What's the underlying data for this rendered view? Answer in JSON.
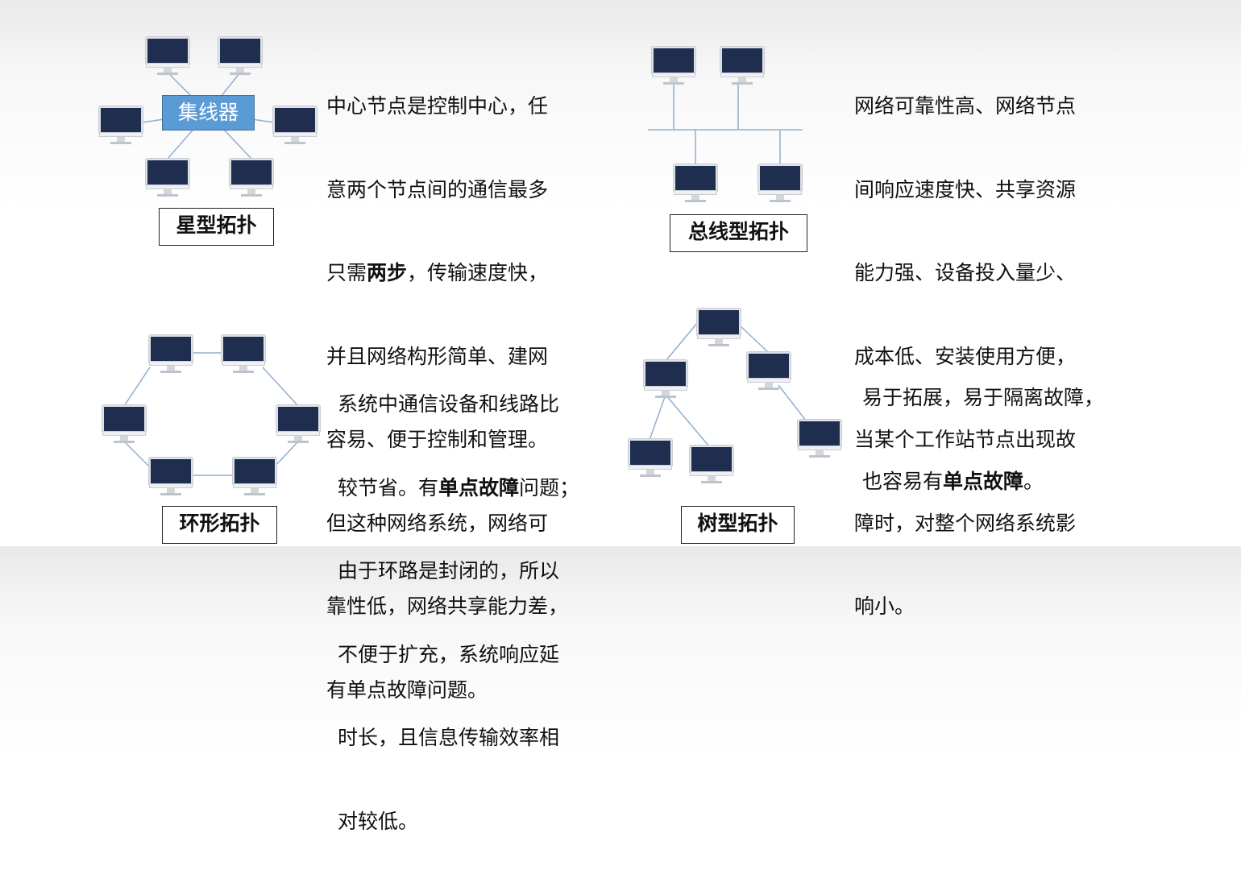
{
  "star": {
    "hub_label": "集线器",
    "title": "星型拓扑",
    "desc_lines": [
      {
        "before": "中心节点是控制中心，任",
        "bold": "",
        "after": ""
      },
      {
        "before": "意两个节点间的通信最多",
        "bold": "",
        "after": ""
      },
      {
        "before": "只需",
        "bold": "两步",
        "after": "，传输速度快，"
      },
      {
        "before": "并且网络构形简单、建网",
        "bold": "",
        "after": ""
      },
      {
        "before": "容易、便于控制和管理。",
        "bold": "",
        "after": ""
      },
      {
        "before": "但这种网络系统，网络可",
        "bold": "",
        "after": ""
      },
      {
        "before": "靠性低，网络共享能力差，",
        "bold": "",
        "after": ""
      },
      {
        "before": "有单点故障问题。",
        "bold": "",
        "after": ""
      }
    ]
  },
  "bus": {
    "title": "总线型拓扑",
    "desc_lines": [
      {
        "before": "网络可靠性高、网络节点",
        "bold": "",
        "after": ""
      },
      {
        "before": "间响应速度快、共享资源",
        "bold": "",
        "after": ""
      },
      {
        "before": "能力强、设备投入量少、",
        "bold": "",
        "after": ""
      },
      {
        "before": "成本低、安装使用方便，",
        "bold": "",
        "after": ""
      },
      {
        "before": "当某个工作站节点出现故",
        "bold": "",
        "after": ""
      },
      {
        "before": "障时，对整个网络系统影",
        "bold": "",
        "after": ""
      },
      {
        "before": "响小。",
        "bold": "",
        "after": ""
      }
    ]
  },
  "ring": {
    "title": "环形拓扑",
    "desc_lines": [
      {
        "before": "系统中通信设备和线路比",
        "bold": "",
        "after": ""
      },
      {
        "before": "较节省。有",
        "bold": "单点故障",
        "after": "问题；"
      },
      {
        "before": "由于环路是封闭的，所以",
        "bold": "",
        "after": ""
      },
      {
        "before": "不便于扩充，系统响应延",
        "bold": "",
        "after": ""
      },
      {
        "before": "时长，且信息传输效率相",
        "bold": "",
        "after": ""
      },
      {
        "before": "对较低。",
        "bold": "",
        "after": ""
      }
    ]
  },
  "tree": {
    "title": "树型拓扑",
    "desc_lines": [
      {
        "before": "易于拓展，易于隔离故障，",
        "bold": "",
        "after": ""
      },
      {
        "before": "也容易有",
        "bold": "单点故障",
        "after": "。"
      }
    ]
  },
  "colors": {
    "monitor_screen": "#1f2d4f",
    "link_line": "#7fa6cf",
    "hub_fill": "#5b9bd5"
  }
}
